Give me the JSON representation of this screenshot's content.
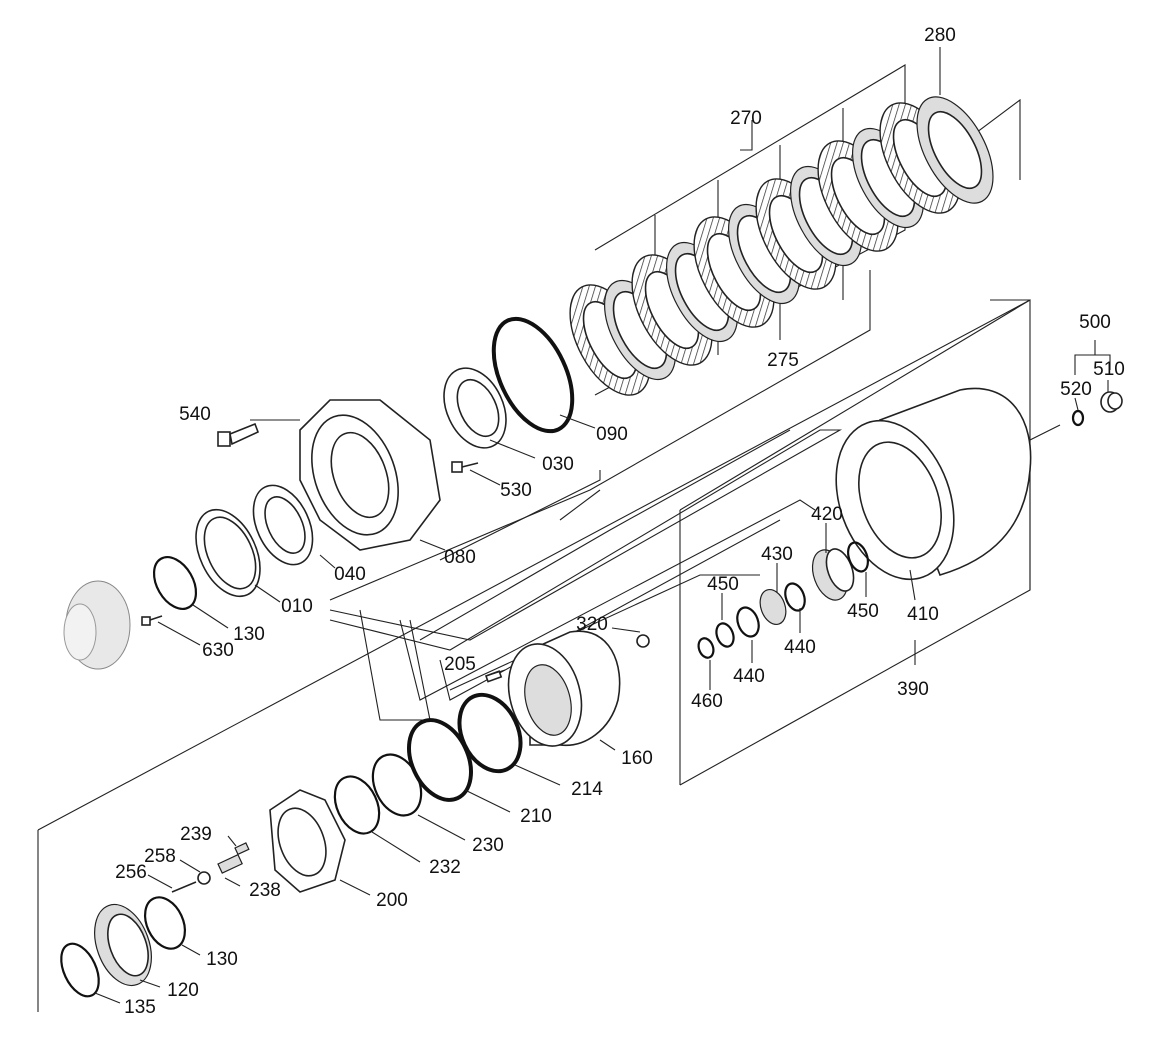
{
  "diagram": {
    "labels": [
      "280",
      "270",
      "275",
      "500",
      "510",
      "520",
      "540",
      "090",
      "030",
      "530",
      "080",
      "040",
      "010",
      "130",
      "630",
      "420",
      "430",
      "450",
      "450",
      "410",
      "440",
      "440",
      "320",
      "460",
      "205",
      "160",
      "390",
      "214",
      "210",
      "230",
      "232",
      "239",
      "258",
      "256",
      "238",
      "200",
      "130",
      "120",
      "135"
    ]
  }
}
